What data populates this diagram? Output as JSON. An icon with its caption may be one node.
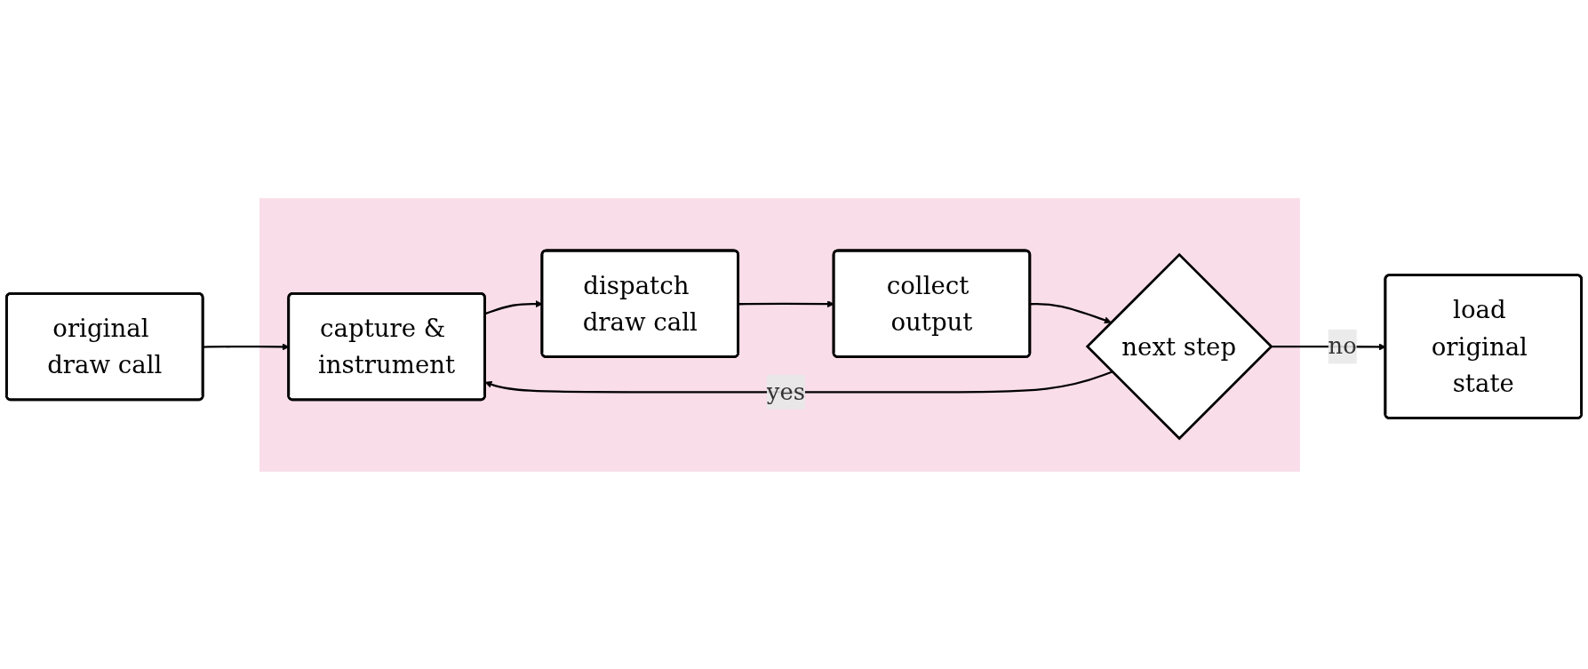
{
  "diagram": {
    "nodes": [
      {
        "text": [
          "original draw call"
        ]
      },
      {
        "text": [],
        "shape": "box"
      },
      {
        "text": [
          "capture & instrument"
        ],
        "in": 1
      },
      {
        "text": [
          "dispatch draw call"
        ],
        "in": 1
      },
      {
        "text": [
          "collect output"
        ],
        "in": 1
      },
      {
        "text": [
          "next step"
        ],
        "in": 1
      },
      {
        "text": [
          "load original state"
        ]
      }
    ],
    "edges": [
      {
        "from": 0,
        "to": 2,
        "arrow": "to"
      },
      {
        "from": 2,
        "to": 3,
        "arrow": "to"
      },
      {
        "from": 3,
        "to": 4,
        "arrow": "to"
      },
      {
        "from": 4,
        "to": 5,
        "arrow": "to"
      },
      {
        "from": 5,
        "to": 2,
        "label": "yes",
        "arrow": "to"
      },
      {
        "from": 5,
        "to": 6,
        "label": "no",
        "arrow": "to"
      }
    ]
  }
}
